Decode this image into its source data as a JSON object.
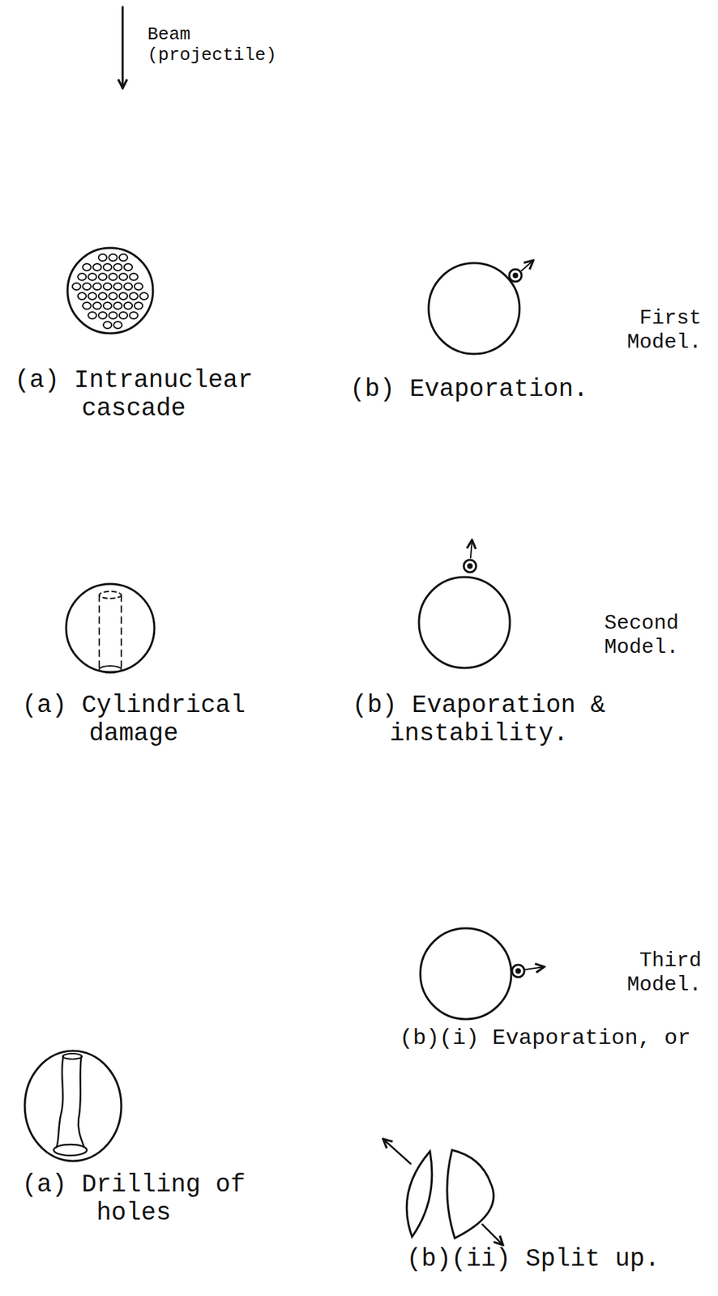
{
  "diagram": {
    "labels": [
      "Beam (projectile)",
      "(a) Intranuclear cascade",
      "(b) Evaporation.",
      "First Model.",
      "(a) Cylindrical damage",
      "(b) Evaporation & instability.",
      "Second Model.",
      "(a) Drilling of holes",
      "(b)(i) Evaporation, or",
      "Third Model.",
      "(b)(ii) Split up."
    ]
  }
}
